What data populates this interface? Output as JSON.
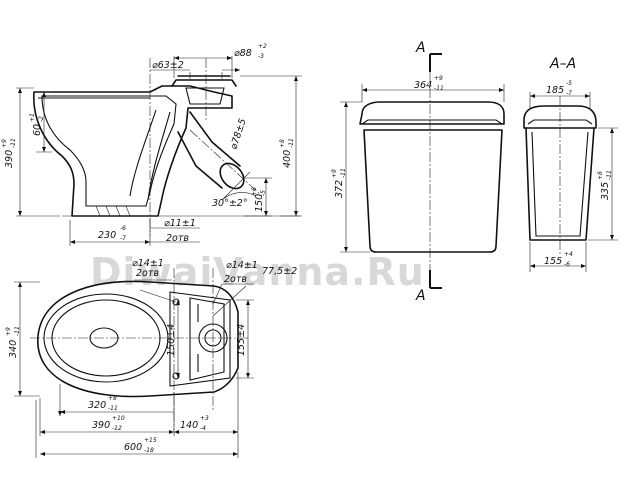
{
  "watermark": "DiwaiVanna.Ru",
  "section": {
    "cut_label_top": "A",
    "cut_label_bottom": "A",
    "title": "A–A"
  },
  "side_view": {
    "d_outlet": "⌀63±2",
    "d_flange": "⌀88",
    "d_flange_tol_up": "+2",
    "d_flange_tol_dn": "-3",
    "height_total": "390",
    "height_total_tol_up": "+9",
    "height_total_tol_dn": "-11",
    "height_rim": "60",
    "height_rim_tol_up": "+1",
    "height_rim_tol_dn": "-2",
    "d_pipe": "⌀78±5",
    "height_pipe": "400",
    "height_pipe_tol_up": "+8",
    "height_pipe_tol_dn": "-11",
    "angle": "30°±2°",
    "h_outlet": "150",
    "h_outlet_tol_up": "+6",
    "h_outlet_tol_dn": "-5",
    "hole_d": "⌀11±1",
    "holes": "2отв",
    "dist": "230",
    "dist_tol_up": "-6",
    "dist_tol_dn": "-7"
  },
  "top_view": {
    "holes_label": "2отв",
    "hole_d": "⌀14±1",
    "holes_label_2": "2отв",
    "hole_d_2": "⌀14±1",
    "dim_775": "77,5±2",
    "width": "340",
    "width_tol_up": "+9",
    "width_tol_dn": "-11",
    "dim_150": "150±4",
    "dim_155": "155±4",
    "len_inner": "320",
    "len_inner_tol_up": "+8",
    "len_inner_tol_dn": "-11",
    "len_mid": "390",
    "len_mid_tol_up": "+10",
    "len_mid_tol_dn": "-12",
    "dim_140": "140",
    "dim_140_tol_up": "+3",
    "dim_140_tol_dn": "-4",
    "len_total": "600",
    "len_total_tol_up": "+15",
    "len_total_tol_dn": "-18"
  },
  "tank_front": {
    "width": "364",
    "width_tol_up": "+9",
    "width_tol_dn": "-11",
    "height": "372",
    "height_tol_up": "+9",
    "height_tol_dn": "-11"
  },
  "tank_section": {
    "top": "185",
    "top_tol_up": "-5",
    "top_tol_dn": "-7",
    "height": "335",
    "height_tol_up": "+8",
    "height_tol_dn": "-11",
    "bottom": "155",
    "bottom_tol_up": "+4",
    "bottom_tol_dn": "-6"
  }
}
